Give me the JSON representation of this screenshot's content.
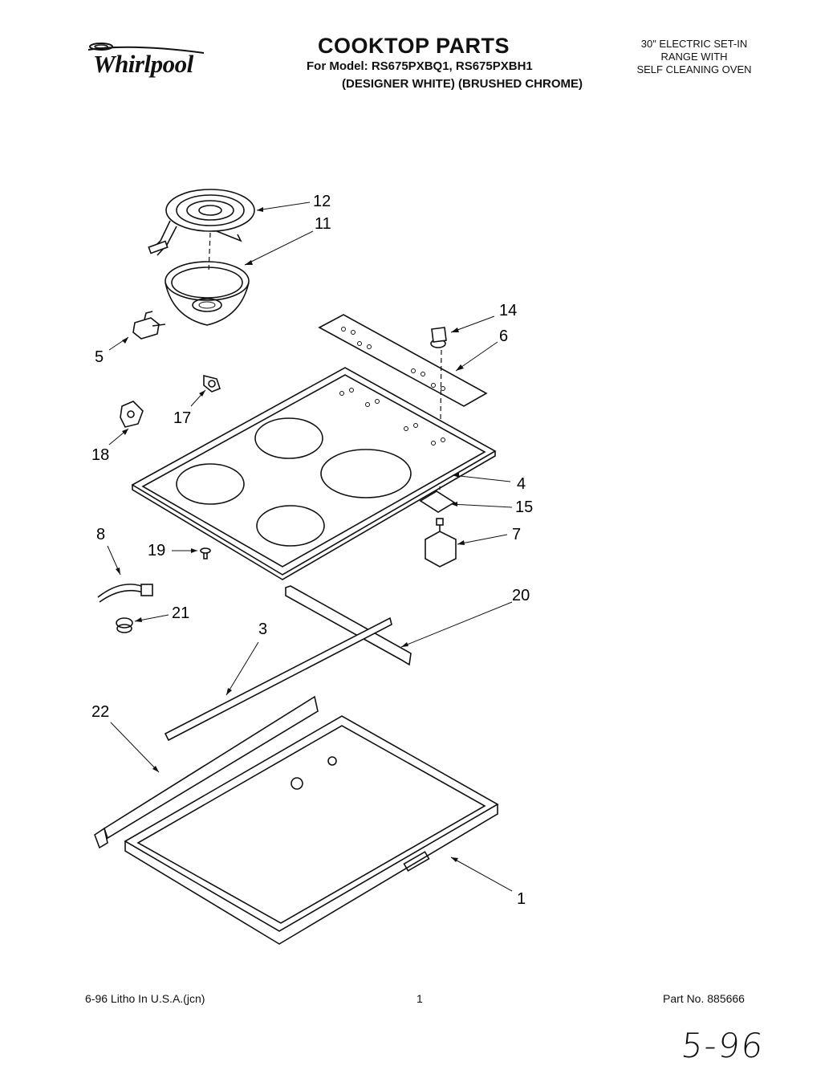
{
  "header": {
    "brand": "Whirlpool",
    "title": "COOKTOP PARTS",
    "model_line": "For Model: RS675PXBQ1, RS675PXBH1",
    "finish_line": "(DESIGNER WHITE) (BRUSHED CHROME)",
    "product_lines": [
      "30\" ELECTRIC SET-IN",
      "RANGE WITH",
      "SELF CLEANING OVEN"
    ]
  },
  "callouts": [
    "12",
    "11",
    "14",
    "6",
    "5",
    "17",
    "18",
    "4",
    "15",
    "8",
    "19",
    "7",
    "20",
    "21",
    "3",
    "22",
    "1"
  ],
  "footer": {
    "litho": "6-96 Litho In U.S.A.(jcn)",
    "page": "1",
    "part_no": "Part No. 885666"
  },
  "handwritten_note": "5-96"
}
